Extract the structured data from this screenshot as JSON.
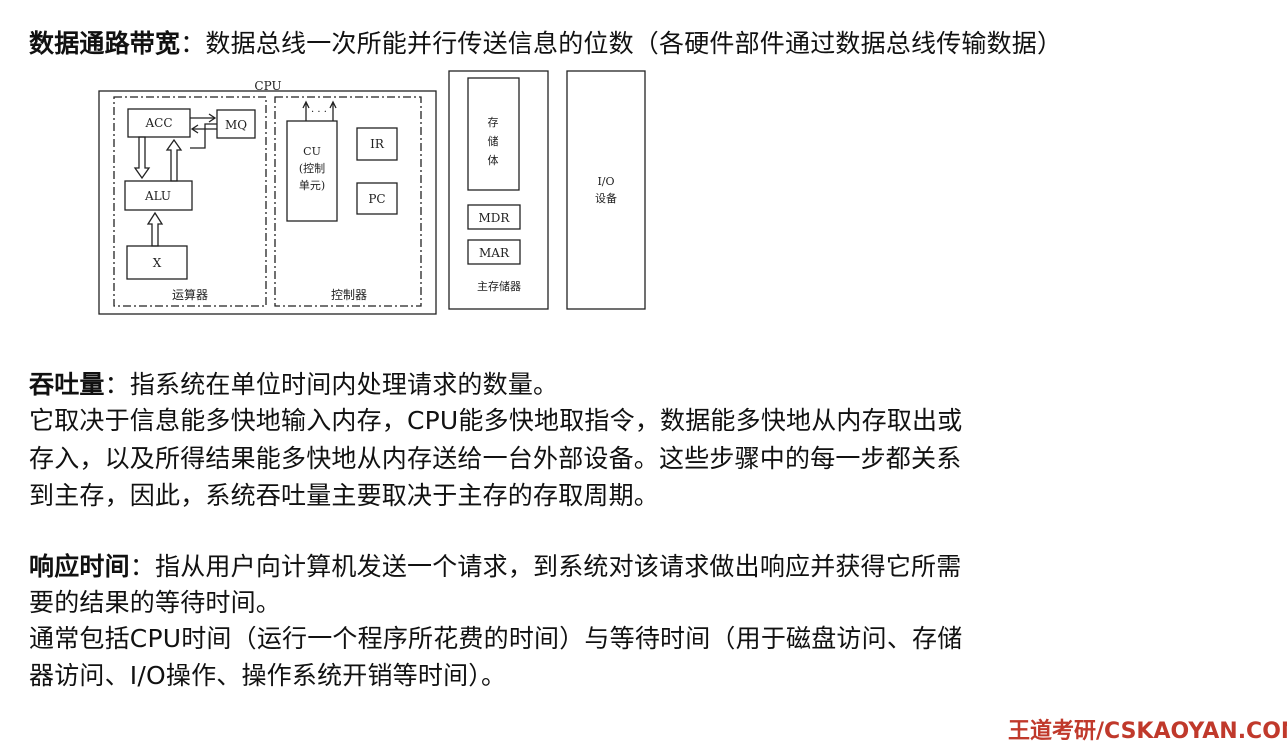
{
  "section1": {
    "term": "数据通路带宽",
    "colon": "：",
    "definition": "数据总线一次所能并行传送信息的位数（各硬件部件通过数据总线传输数据）"
  },
  "diagram": {
    "cpu_label": "CPU",
    "acc": "ACC",
    "mq": "MQ",
    "alu": "ALU",
    "x": "X",
    "alu_group_label": "运算器",
    "cu_line1": "CU",
    "cu_line2": "(控制",
    "cu_line3": "单元)",
    "cu_dots": "· · ·",
    "ir": "IR",
    "pc": "PC",
    "control_group_label": "控制器",
    "storage_line1": "存",
    "storage_line2": "储",
    "storage_line3": "体",
    "mdr": "MDR",
    "mar": "MAR",
    "main_memory_label": "主存储器",
    "io_line1": "I/O",
    "io_line2": "设备"
  },
  "section2": {
    "term": "吞吐量",
    "colon": "：",
    "definition": "指系统在单位时间内处理请求的数量。",
    "para_line1": "它取决于信息能多快地输入内存，CPU能多快地取指令，数据能多快地从内存取出或",
    "para_line2": "存入，以及所得结果能多快地从内存送给一台外部设备。这些步骤中的每一步都关系",
    "para_line3": "到主存，因此，系统吞吐量主要取决于主存的存取周期。"
  },
  "section3": {
    "term": "响应时间",
    "colon": "：",
    "definition_line1": "指从用户向计算机发送一个请求，到系统对该请求做出响应并获得它所需",
    "definition_line2": "要的结果的等待时间。",
    "para_line1": "通常包括CPU时间（运行一个程序所花费的时间）与等待时间（用于磁盘访问、存储",
    "para_line2": "器访问、I/O操作、操作系统开销等时间）。"
  },
  "footer": {
    "brand": "王道考研/CSKAOYAN.COM"
  },
  "colors": {
    "text": "#111111",
    "brand": "#c0392b",
    "diagram_line": "#222222"
  }
}
